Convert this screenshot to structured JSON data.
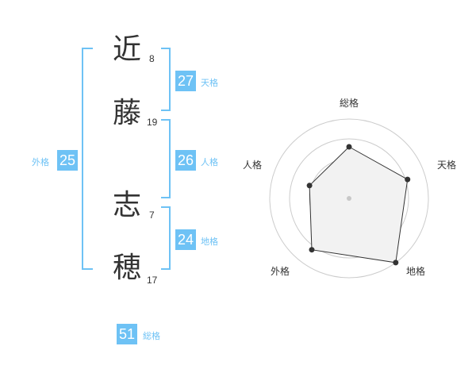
{
  "name": {
    "chars": [
      {
        "char": "近",
        "strokes": "8"
      },
      {
        "char": "藤",
        "strokes": "19"
      },
      {
        "char": "志",
        "strokes": "7"
      },
      {
        "char": "穂",
        "strokes": "17"
      }
    ]
  },
  "fortune": {
    "tenkaku": {
      "value": "27",
      "label": "天格"
    },
    "jinkaku": {
      "value": "26",
      "label": "人格"
    },
    "chikaku": {
      "value": "24",
      "label": "地格"
    },
    "gaikaku": {
      "value": "25",
      "label": "外格"
    },
    "soukaku": {
      "value": "51",
      "label": "総格"
    }
  },
  "radar": {
    "axes": [
      "総格",
      "天格",
      "地格",
      "外格",
      "人格"
    ],
    "levels": 4,
    "max": 4,
    "values": [
      2.6,
      3.1,
      4.0,
      3.2,
      2.1
    ]
  },
  "colors": {
    "accent": "#6ec2f5",
    "radar_fill": "#f2f2f2",
    "radar_line": "#333333",
    "grid": "#cccccc"
  }
}
